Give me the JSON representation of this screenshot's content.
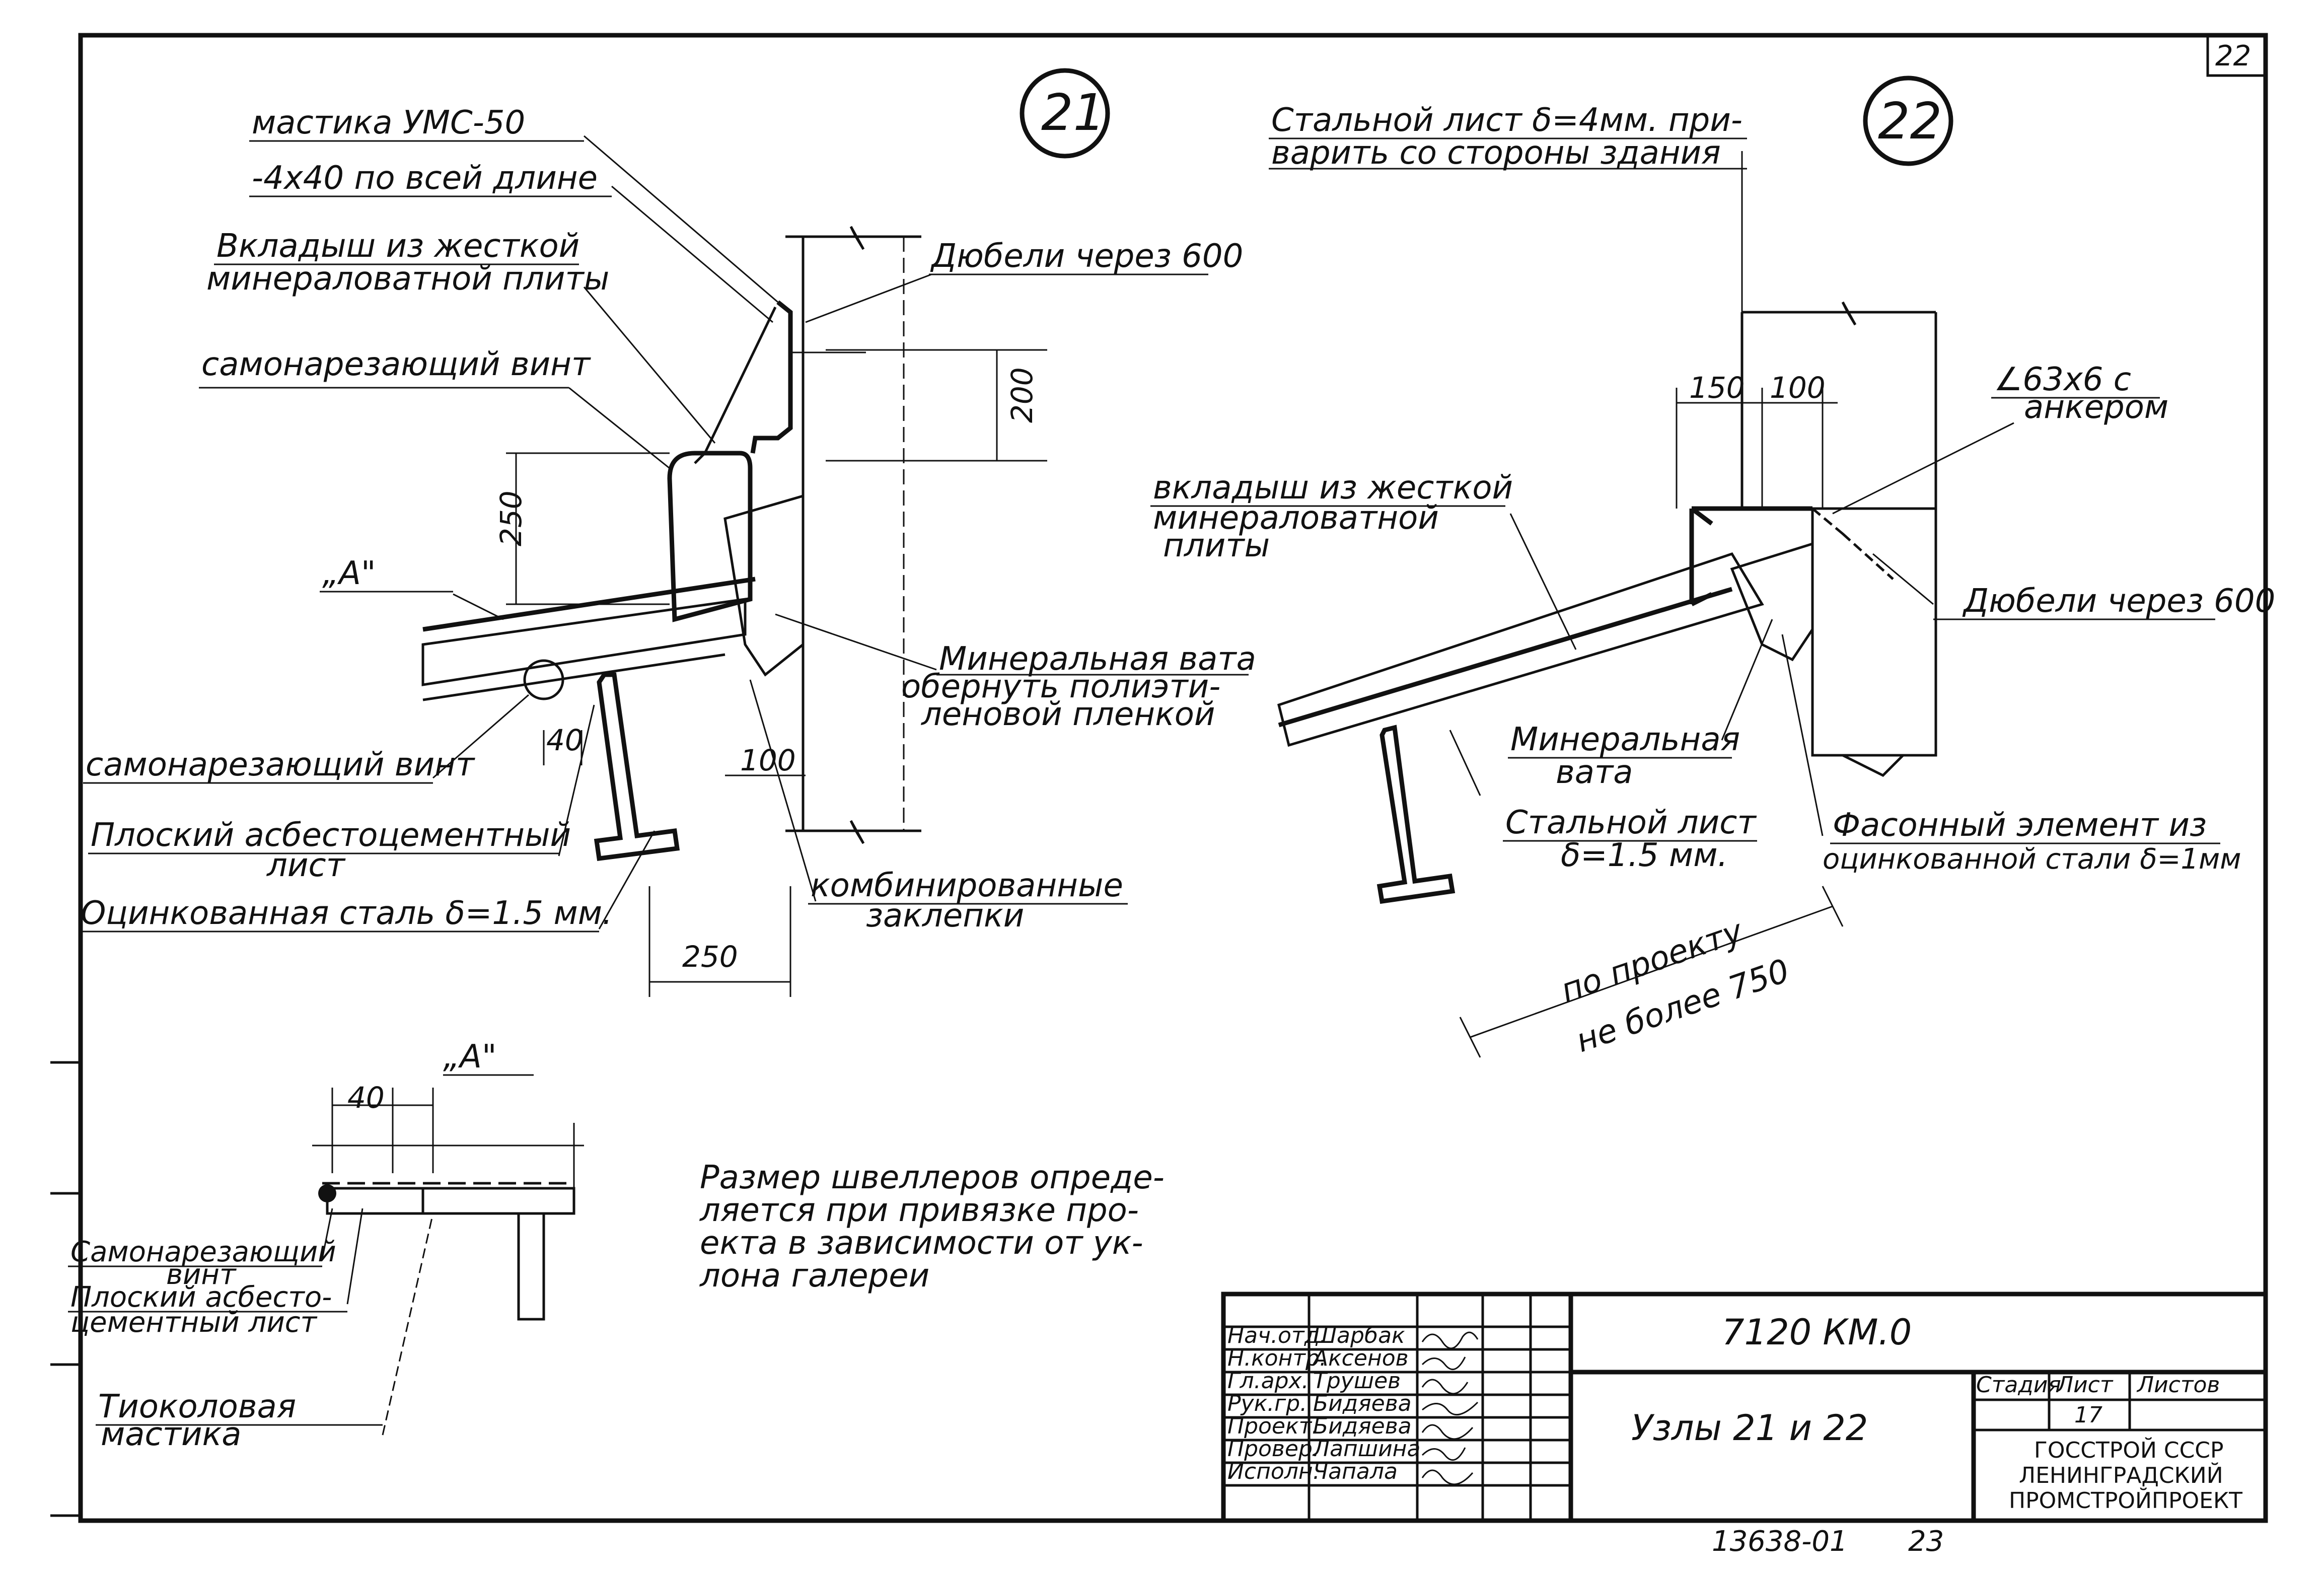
{
  "sheet": {
    "sheet_number_corner": "22",
    "bottom_codes": {
      "code": "13638-01",
      "page": "23"
    }
  },
  "node21": {
    "number": "21",
    "labels": {
      "mastic": "мастика УМС-50",
      "strip": "-4х40 по всей длине",
      "insert_line1": "Вкладыш из жесткой",
      "insert_line2": "минераловатной плиты",
      "screw_top": "самонарезающий винт",
      "dowels": "Дюбели через 600",
      "view_a": "„А\"",
      "mineral_wool_line1": "Минеральная вата",
      "mineral_wool_line2": "обернуть полиэти-",
      "mineral_wool_line3": "леновой пленкой",
      "screw_bottom": "самонарезающий винт",
      "asbestos_line1": "Плоский асбестоцементный",
      "asbestos_line2": "лист",
      "galv_steel": "Оцинкованная сталь δ=1.5 мм.",
      "rivets_line1": "комбинированные",
      "rivets_line2": "заклепки"
    },
    "dims": {
      "d200": "200",
      "d250v": "250",
      "d40": "40",
      "d100": "100",
      "d250h": "250"
    }
  },
  "node22": {
    "number": "22",
    "labels": {
      "steel_sheet_line1": "Стальной лист δ=4мм. при-",
      "steel_sheet_line2": "варить со стороны здания",
      "angle_line1": "∠63х6 с",
      "angle_line2": "анкером",
      "insert_line1": "вкладыш из жесткой",
      "insert_line2": "минераловатной",
      "insert_line3": "плиты",
      "dowels": "Дюбели через 600",
      "mineral_wool_line1": "Минеральная",
      "mineral_wool_line2": "вата",
      "steel_sheet_b_line1": "Стальной лист",
      "steel_sheet_b_line2": "δ=1.5 мм.",
      "shaped_line1": "Фасонный элемент из",
      "shaped_line2": "оцинкованной стали δ=1мм",
      "per_project_line1": "по проекту",
      "per_project_line2": "не более 750"
    },
    "dims": {
      "d150": "150",
      "d100": "100"
    }
  },
  "view_a": {
    "title": "„А\"",
    "dim40": "40",
    "labels": {
      "screw_line1": "Самонарезающий",
      "screw_line2": "винт",
      "asbestos_line1": "Плоский асбесто-",
      "asbestos_line2": "цементный лист",
      "thiokol_line1": "Тиоколовая",
      "thiokol_line2": "мастика"
    }
  },
  "note": {
    "line1": "Размер швеллеров опреде-",
    "line2": "ляется при привязке про-",
    "line3": "екта в зависимости от ук-",
    "line4": "лона галереи"
  },
  "title_block": {
    "roles": [
      "Нач.отд.",
      "Н.контр.",
      "Гл.арх.",
      "Рук.гр.",
      "Проект.",
      "Провер.",
      "Исполн."
    ],
    "names": [
      "Шарбак",
      "Аксенов",
      "Трушев",
      "Бидяева",
      "Бидяева",
      "Лапшина",
      "Чапала"
    ],
    "code": "7120 КМ.0",
    "title": "Узлы 21 и 22",
    "stage_header": "Стадия",
    "sheet_header": "Лист",
    "sheets_header": "Листов",
    "sheet_value": "17",
    "org_line1": "ГОССТРОЙ СССР",
    "org_line2": "ЛЕНИНГРАДСКИЙ",
    "org_line3": "ПРОМСТРОЙПРОЕКТ"
  }
}
